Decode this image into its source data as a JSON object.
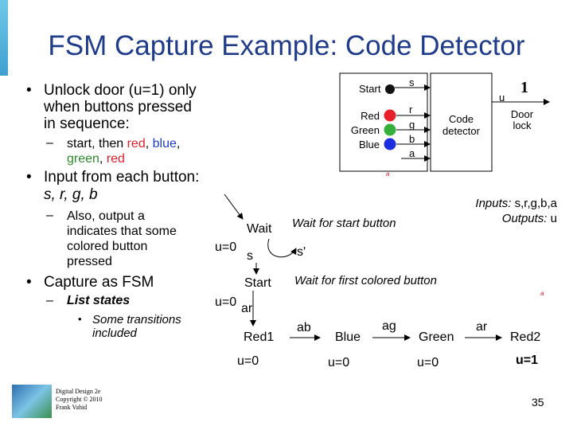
{
  "title": "FSM Capture Example: Code Detector",
  "bullets": {
    "b1_lines": [
      "Unlock door (u=1) only",
      "when buttons pressed",
      "in sequence:"
    ],
    "b1_sub_a": "start, then ",
    "b1_sub_red": "red",
    "b1_sub_comma1": ", ",
    "b1_sub_blue": "blue",
    "b1_sub_comma2": ",",
    "b1_sub_green": "green",
    "b1_sub_comma3": ", ",
    "b1_sub_red2": "red",
    "b2_line1": "Input from each button:",
    "b2_line2": "s, r, g, b",
    "b2_sub_lines": [
      "Also, output a",
      "indicates that some",
      "colored button",
      "pressed"
    ],
    "b3": "Capture as FSM",
    "b3_sub": "List states",
    "b3_subsub_lines": [
      "Some transitions",
      "included"
    ],
    "bullet_glyph": "•",
    "dash_glyph": "–"
  },
  "block_diagram": {
    "start_label": "Start",
    "red_label": "Red",
    "green_label": "Green",
    "blue_label": "Blue",
    "inputs": [
      "s",
      "r",
      "g",
      "b",
      "a"
    ],
    "detector_label_1": "Code",
    "detector_label_2": "detector",
    "output_u": "u",
    "output_value": "1",
    "door_label_1": "Door",
    "door_label_2": "lock",
    "small_a": "a"
  },
  "io_note": {
    "inputs_label": "Inputs:",
    "inputs_values": "s,r,g,b,a",
    "outputs_label": "Outputs:",
    "outputs_values": "u"
  },
  "fsm": {
    "wait": "Wait",
    "wait_note": "Wait for start button",
    "wait_out": "u=0",
    "self_loop": "s",
    "s_prime": "s'",
    "start": "Start",
    "start_note": "Wait for first colored button",
    "start_out": "u=0",
    "ar": "ar",
    "red1": "Red1",
    "red1_out": "u=0",
    "ab": "ab",
    "blue": "Blue",
    "blue_out": "u=0",
    "ag": "ag",
    "green": "Green",
    "green_out": "u=0",
    "ar2": "ar",
    "red2": "Red2",
    "red2_out": "u=1",
    "small_a2": "a"
  },
  "footer": {
    "lines": [
      "Digital Design 2e",
      "Copyright © 2010",
      "Frank Vahid"
    ],
    "page": "35"
  },
  "colors": {
    "title": "#1f3c8a",
    "red": "#e0202c",
    "blue": "#1f3cc9",
    "green": "#2a8a2a",
    "led_red": "#e8202a",
    "led_green": "#35b03a",
    "led_blue": "#1a2de0"
  }
}
